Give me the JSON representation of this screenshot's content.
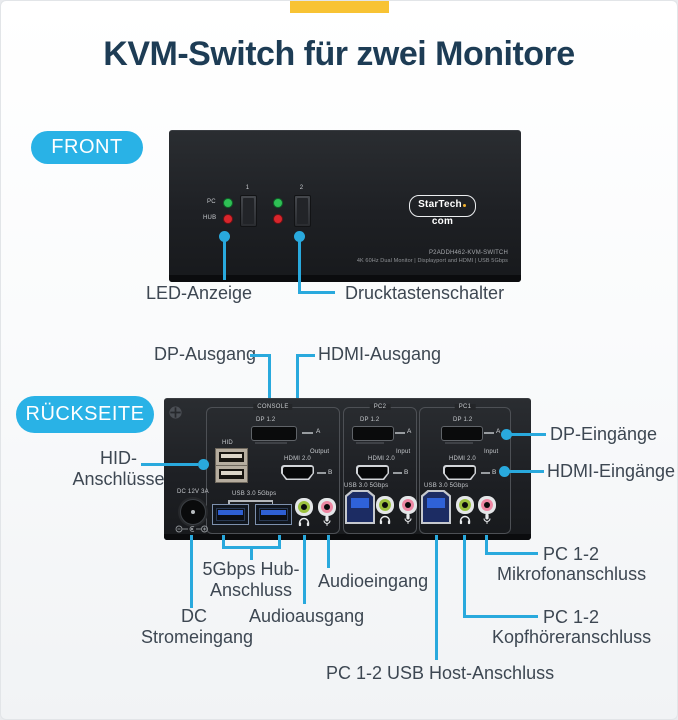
{
  "title": "KVM-Switch für zwei Monitore",
  "front": {
    "badge": "FRONT",
    "panel": {
      "led_row1": "PC",
      "led_row2": "HUB",
      "btn1": "1",
      "btn2": "2",
      "brand_pre": "StarTech",
      "brand_post": "com",
      "model": "P2ADDH462-KVM-SWITCH",
      "subtitle": "4K 60Hz Dual Monitor | Displayport and HDMI | USB 5Gbps"
    },
    "callouts": {
      "led": "LED-Anzeige",
      "buttons": "Drucktastenschalter"
    }
  },
  "rear": {
    "badge": "RÜCKSEITE",
    "sections": [
      {
        "name": "CONSOLE",
        "dp": "DP 1.2",
        "port_a": "A",
        "dir": "Output",
        "hdmi": "HDMI 2.0",
        "port_b": "B",
        "hid": "HID",
        "dc": "DC 12V 3A",
        "usb": "USB 3.0 5Gbps"
      },
      {
        "name": "PC2",
        "dp": "DP 1.2",
        "port_a": "A",
        "dir": "Input",
        "hdmi": "HDMI 2.0",
        "port_b": "B",
        "usb": "USB 3.0 5Gbps"
      },
      {
        "name": "PC1",
        "dp": "DP 1.2",
        "port_a": "A",
        "dir": "Input",
        "hdmi": "HDMI 2.0",
        "port_b": "B",
        "usb": "USB 3.0 5Gbps"
      }
    ],
    "callouts": {
      "dp_out": "DP-Ausgang",
      "hdmi_out": "HDMI-Ausgang",
      "dp_in": "DP-Eingänge",
      "hdmi_in": "HDMI-Eingänge",
      "hid": [
        "HID-",
        "Anschlüsse"
      ],
      "hub": [
        "5Gbps Hub-",
        "Anschluss"
      ],
      "audio_in": "Audioeingang",
      "audio_out": "Audioausgang",
      "dc": [
        "DC",
        "Stromeingang"
      ],
      "mic": [
        "PC 1-2",
        "Mikrofonanschluss"
      ],
      "hp": [
        "PC 1-2",
        "Kopfhöreranschluss"
      ],
      "usb_host": "PC 1-2 USB Host-Anschluss"
    }
  },
  "colors": {
    "accent": "#29a9dd",
    "badge_bg": "#29b2e6",
    "tab_yellow": "#f8c334",
    "title_navy": "#1d3c55",
    "label_gray": "#3d4752",
    "jack_green": "#9cc13e",
    "jack_pink": "#ee86a2"
  }
}
